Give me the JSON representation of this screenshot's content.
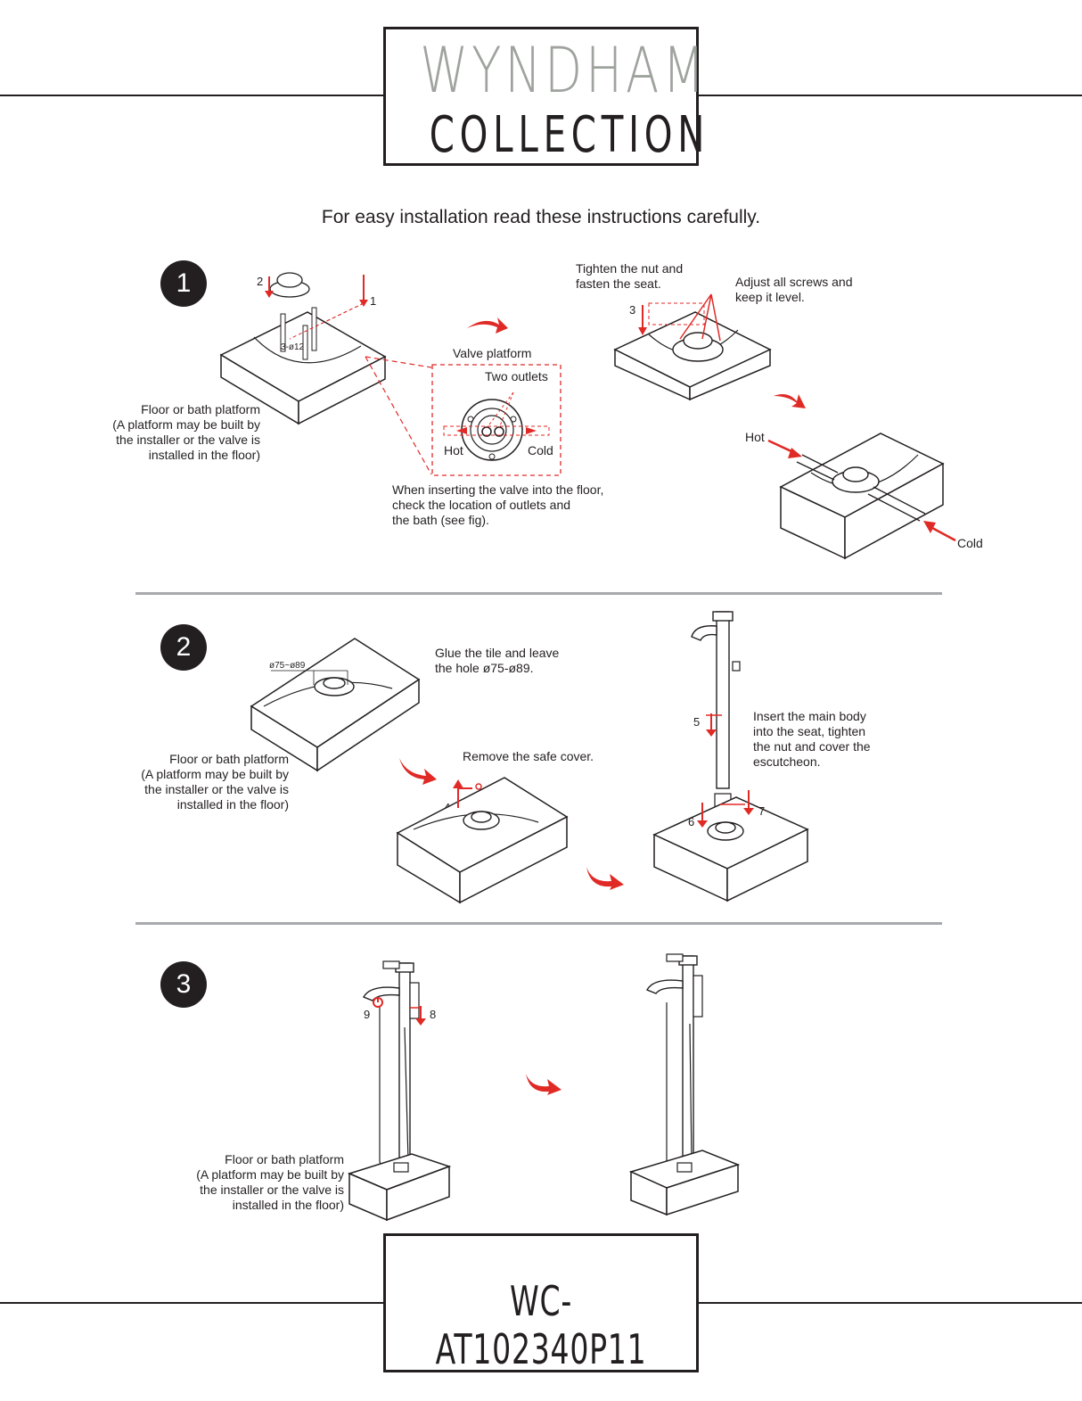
{
  "header": {
    "brand_top": "WYNDHAM",
    "brand_bottom": "COLLECTION",
    "subtitle": "For easy installation read these instructions carefully."
  },
  "colors": {
    "accent_red": "#e02a26",
    "ink": "#231f20",
    "logo_gray": "#9fa39e",
    "divider_gray": "#a7a9ac"
  },
  "steps": [
    {
      "number": "1",
      "labels": {
        "platform_note": [
          "Floor or bath platform",
          "(A platform may be built by",
          "the installer or the valve is",
          "installed in the floor)"
        ],
        "hole_spec": "3-ø12",
        "callout_1": "1",
        "callout_2": "2",
        "callout_3": "3",
        "valve_platform": "Valve platform",
        "two_outlets": "Two outlets",
        "hot": "Hot",
        "cold": "Cold",
        "inserting_note": [
          "When inserting the valve into the floor,",
          "check the location of outlets and",
          "the bath (see fig)."
        ],
        "tighten_note": [
          "Tighten the nut and",
          "fasten the seat."
        ],
        "adjust_note": [
          "Adjust all screws and",
          "keep it level."
        ],
        "hot_pipe": "Hot",
        "cold_pipe": "Cold"
      }
    },
    {
      "number": "2",
      "labels": {
        "hole_dim": "ø75~ø89",
        "glue_note": [
          "Glue the tile and leave",
          "the hole ø75-ø89."
        ],
        "platform_note": [
          "Floor or bath platform",
          "(A platform may be built by",
          "the installer or the valve is",
          "installed in the floor)"
        ],
        "remove_note": "Remove the safe cover.",
        "callout_4": "4",
        "callout_5": "5",
        "callout_6": "6",
        "callout_7": "7",
        "insert_note": [
          "Insert the main body",
          "into the seat, tighten",
          "the nut and cover the",
          "escutcheon."
        ]
      }
    },
    {
      "number": "3",
      "labels": {
        "callout_8": "8",
        "callout_9": "9",
        "platform_note": [
          "Floor or bath platform",
          "(A platform may be built by",
          "the installer or the valve is",
          "installed in the floor)"
        ]
      }
    }
  ],
  "footer": {
    "model_number": "WC-AT102340P11"
  }
}
